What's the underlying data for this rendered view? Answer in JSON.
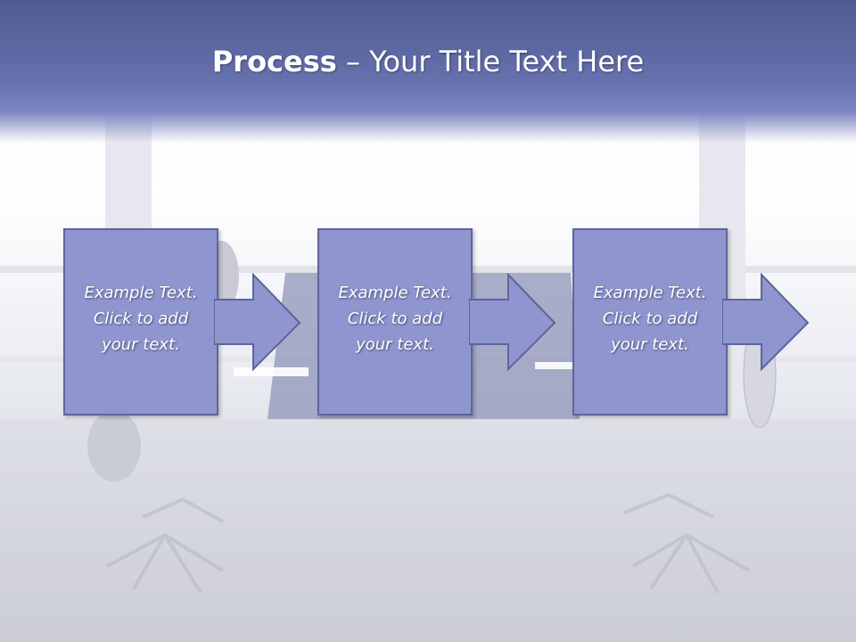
{
  "slide": {
    "title_bold": "Process",
    "title_separator": " – ",
    "title_rest": "Your Title Text Here"
  },
  "steps": [
    {
      "text": "Example Text.\nClick  to add\nyour text."
    },
    {
      "text": "Example Text.\nClick  to add\nyour text."
    },
    {
      "text": "Example Text.\nClick  to add\nyour text."
    }
  ],
  "colors": {
    "title_band": "#5c67a3",
    "step_fill": "#8e95cf",
    "step_border": "#5e6598",
    "text": "#ffffff"
  }
}
